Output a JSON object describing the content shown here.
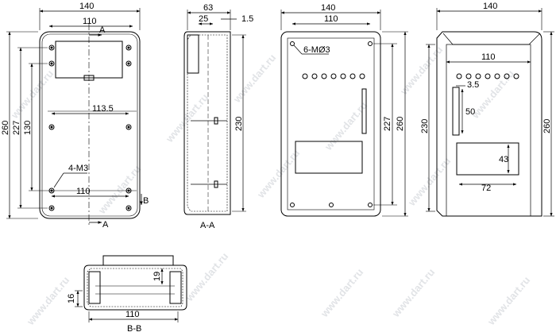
{
  "drawing": {
    "watermark": "www.dart.ru",
    "front_view": {
      "width": "140",
      "inner_width": "110",
      "bottom_width": "110",
      "height_total": "260",
      "height_inner": "227",
      "height_window": "130",
      "hole_spacing": "113.5",
      "screws": "4-M3",
      "section_marker": "A",
      "section_marker_b": "B"
    },
    "side_view": {
      "depth": "63",
      "step": "25",
      "wall": "1.5",
      "height": "230",
      "label": "A-A"
    },
    "rear_view": {
      "width": "140",
      "inner_width": "110",
      "height_227": "227",
      "height_260": "260",
      "holes": "6-MØ3"
    },
    "right_view": {
      "width": "140",
      "inner_width": "110",
      "height_230": "230",
      "height_260": "260",
      "slot_3_5": "3.5",
      "slot_50": "50",
      "window_43": "43",
      "window_72": "72"
    },
    "bottom_section": {
      "width": "110",
      "height": "16",
      "step": "19",
      "label": "B-B"
    }
  }
}
